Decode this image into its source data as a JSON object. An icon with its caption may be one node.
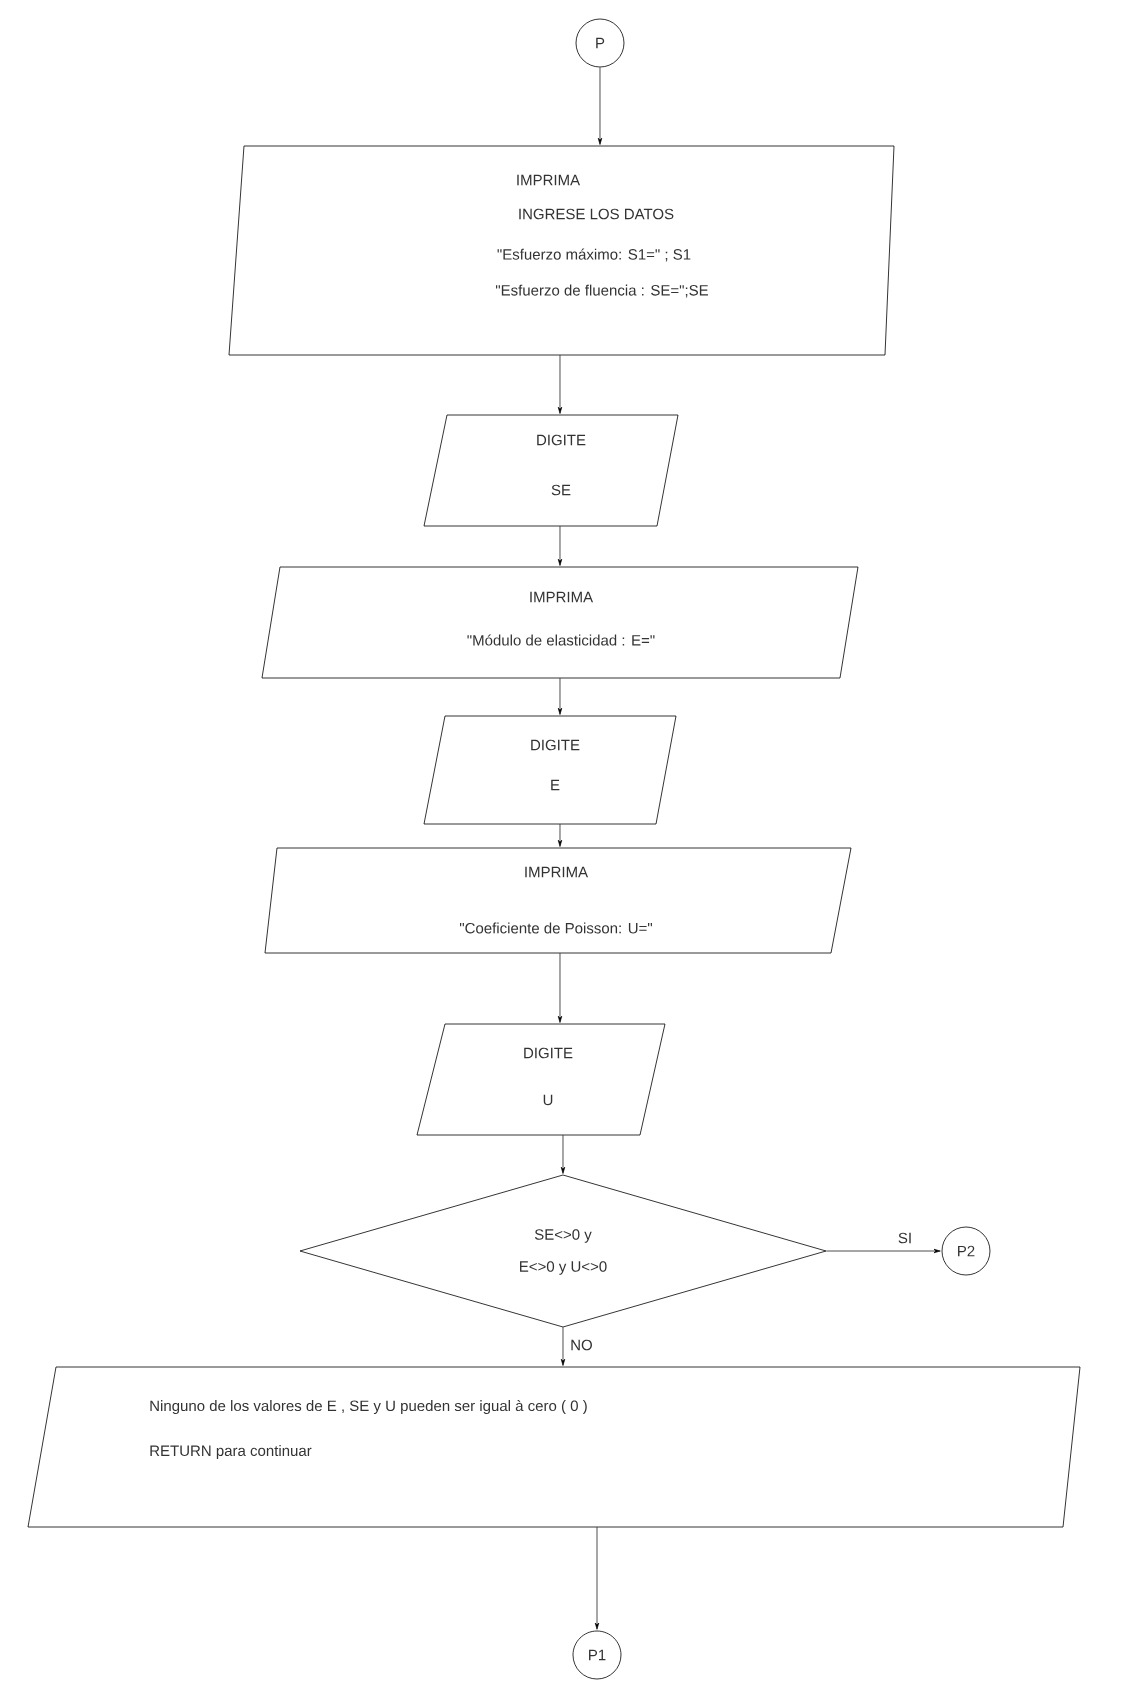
{
  "diagram": {
    "nodes": [
      {
        "text": [
          "P"
        ]
      },
      {
        "text": [
          "IMPRIMA",
          "INGRESE LOS DATOS",
          "\"Esfuerzo máximo: S1=\" ; S1",
          "\"Esfuerzo de fluencia : SE=\";SE"
        ]
      },
      {
        "text": [
          "DIGITE",
          "SE"
        ]
      },
      {
        "text": [
          "IMPRIMA",
          "\"Módulo de elasticidad : E=\""
        ]
      },
      {
        "text": [
          "DIGITE",
          "E"
        ]
      },
      {
        "text": [
          "IMPRIMA",
          "\"Coeficiente de Poisson: U=\""
        ]
      },
      {
        "text": [
          "DIGITE",
          "U"
        ]
      },
      {
        "text": [
          "SE<>0 y",
          "E<>0 y U<>0"
        ]
      },
      {
        "text": [
          "P2"
        ]
      },
      {
        "text": [
          "Ninguno de los valores de E , SE y U pueden ser igual à cero ( 0 )",
          "RETURN para continuar"
        ]
      },
      {
        "text": [
          "P1"
        ]
      }
    ],
    "edges": [
      {
        "from": 0,
        "to": 1,
        "arrow": "to"
      },
      {
        "from": 1,
        "to": 2,
        "arrow": "to"
      },
      {
        "from": 2,
        "to": 3,
        "arrow": "to"
      },
      {
        "from": 3,
        "to": 4,
        "arrow": "to"
      },
      {
        "from": 4,
        "to": 5,
        "arrow": "to"
      },
      {
        "from": 5,
        "to": 6,
        "arrow": "to"
      },
      {
        "from": 6,
        "to": 7,
        "arrow": "to"
      },
      {
        "from": 7,
        "to": 8,
        "arrow": "to",
        "label": "SI"
      },
      {
        "from": 7,
        "to": 9,
        "arrow": "to",
        "label": "NO"
      },
      {
        "from": 9,
        "to": 10,
        "arrow": "to"
      }
    ]
  }
}
